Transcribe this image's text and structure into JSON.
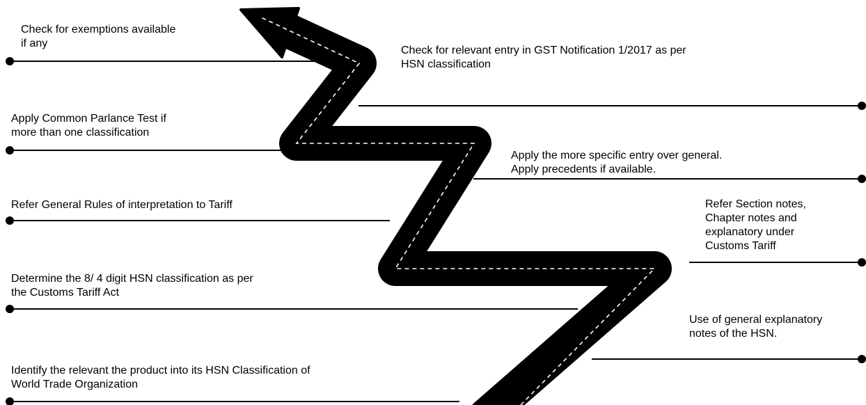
{
  "colors": {
    "road": "#000000",
    "road_dash": "#ffffff",
    "line": "#000000",
    "text": "#000000",
    "background": "#ffffff"
  },
  "steps": [
    {
      "id": "identify-hsn",
      "text": "Identify the relevant the product into its HSN Classification of\nWorld Trade Organization"
    },
    {
      "id": "general-explanatory-notes",
      "text": "Use of general explanatory\nnotes of the HSN."
    },
    {
      "id": "determine-8-4-digit",
      "text": "Determine the 8/ 4 digit HSN classification as per\nthe Customs Tariff Act"
    },
    {
      "id": "section-chapter-notes",
      "text": "Refer Section notes,\nChapter notes and\nexplanatory under\nCustoms Tariff"
    },
    {
      "id": "general-rules",
      "text": "Refer General Rules of interpretation to Tariff"
    },
    {
      "id": "specific-entry",
      "text": "Apply the more specific entry over general.\nApply precedents if available."
    },
    {
      "id": "common-parlance",
      "text": "Apply Common Parlance Test if\nmore than one classification"
    },
    {
      "id": "gst-notification",
      "text": "Check for relevant entry in GST Notification 1/2017 as per\nHSN classification"
    },
    {
      "id": "exemptions",
      "text": "Check for exemptions available\nif any"
    }
  ]
}
